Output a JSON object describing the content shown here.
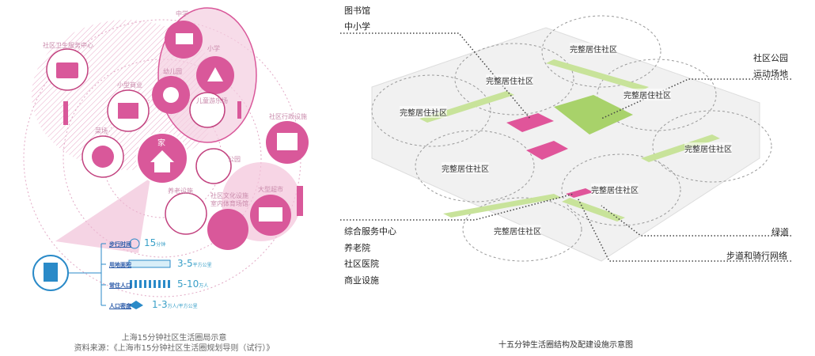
{
  "left": {
    "labels": {
      "middle_school": "中学",
      "primary_school": "小学",
      "kindergarten": "幼儿园",
      "playground": "儿童游乐场",
      "health_center": "社区卫生服务中心",
      "small_commerce": "小型商业",
      "market": "菜场",
      "home": "家",
      "park": "公园",
      "admin": "社区行政设施",
      "elderly": "养老设施",
      "culture_line1": "社区文化设施",
      "culture_line2": "室内体育场馆",
      "supermarket": "大型超市"
    },
    "metrics": [
      {
        "label": "步行时间",
        "value": "15",
        "unit": "分钟"
      },
      {
        "label": "用地面积",
        "value": "3-5",
        "unit": "平方公里"
      },
      {
        "label": "常住人口",
        "value": "5-10",
        "unit": "万人"
      },
      {
        "label": "人口密度",
        "value": "1-3",
        "unit": "万人/平方公里"
      }
    ],
    "caption_line1": "上海15分钟社区生活圈局示意",
    "caption_line2": "资料来源：《上海市15分钟社区生活圈规划导则（试行）》",
    "accent": "#d9589a"
  },
  "right": {
    "community_label": "完整居住社区",
    "top_left": [
      "图书馆",
      "中小学"
    ],
    "top_right": [
      "社区公园",
      "运动场地"
    ],
    "bottom_left": [
      "综合服务中心",
      "养老院",
      "社区医院",
      "商业设施"
    ],
    "bottom_right": [
      "绿道",
      "步道和骑行网络"
    ],
    "caption": "十五分钟生活圈结构及配建设施示意图",
    "green": "#a8d26a",
    "pink": "#e0559a"
  }
}
